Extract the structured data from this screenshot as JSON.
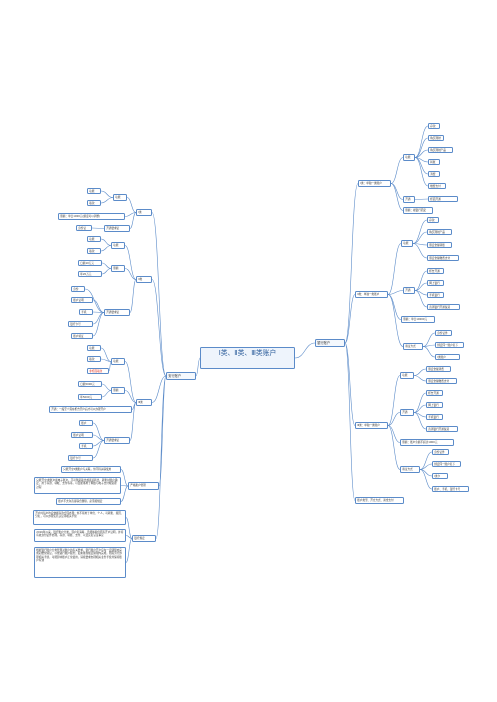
{
  "root": "Ⅰ类、Ⅱ类、Ⅲ类账户",
  "nodes": {
    "L1": "安行账户",
    "L_one": "Ⅰ类",
    "L_one_c1": "功能",
    "L_one_c1a": "功能",
    "L_one_c1b": "取款",
    "L_one_c2": "限额：单日1000元(额度可以调整)",
    "L_one_c3a": "身份证",
    "L_one_c3b": "开通要求证",
    "L_two": "Ⅱ类",
    "L_two_c1": "功能",
    "L_two_c1a": "功能",
    "L_two_c1b": "取款",
    "L_two_c2": "限额",
    "L_two_c2a": "日额10万元",
    "L_two_c2b": "年20万元",
    "L_two_c3": "开通要求证",
    "L_two_c3a": "身份",
    "L_two_c3b": "账户证明",
    "L_two_c3c": "手机",
    "L_two_c3d": "银行卡号",
    "L_two_c3e": "账户验证",
    "L_three": "Ⅲ类",
    "L_three_c1": "功能",
    "L_three_c1a": "功能",
    "L_three_c1b": "取款",
    "L_three_c1c": "非柜面取款",
    "L_three_c2": "限额",
    "L_three_c2a": "日额5000元",
    "L_three_c2b": "年5000元",
    "L_three_c3": "开通：一般至少需在柜台开户后才可以办理开户",
    "L_three_c4": "开通要求证",
    "L_three_c4a": "账户",
    "L_three_c4b": "账户证明",
    "L_three_c4c": "手机",
    "L_three_c4d": "银行卡号",
    "L_prot": "严格账户管理",
    "L_prot_t1": "只能开立Ⅱ类账户与关联，但不得关联使用",
    "L_prot_t2": "只能开立Ⅰ类账户和电子账户，不可随意取出或直接转出、转账时账户确定，用于存款、转帐、支付等等。以及能够用于网络与电子支付端受理过程",
    "L_prot_t3": "账户不允许直接联合删除，必须按规定",
    "L_rule": "银行规定",
    "L_rule_t1": "开户时每户均应依据存款合同办理；但不得用于单位、个人，可转账、赎回、分红，可以办理实名认证等相关手续",
    "L_rule_t2": "2016年以来，银行账户分类，须户名清晰，且能够提供原有开户证明，并持有效身份证件办理，存款、转账、支付、以及实名认证事宜",
    "L_rule_t3": "根据银行账户分类管理对账户的有关要求，银行账户开户应在一定期限内完成初始化验证，以便进行账户服务；如未能在规定期限内完成，则需另行办理相关手续，可能影响账户正常使用，请按要求办理相关业务手续并保持账户有效",
    "R1": "银行账户",
    "R_one": "Ⅰ类：单独一类账户",
    "R_one_c1": "功能",
    "R_one_c1a": "存款",
    "R_one_c1b": "购买理财",
    "R_one_c1c": "购买理财产品",
    "R_one_c1d": "转账",
    "R_one_c1e": "消费",
    "R_one_c1f": "缴费支付",
    "R_one_c2": "开通",
    "R_one_c2a": "柜面开通",
    "R_one_c3": "限额：视银行而定",
    "R_two": "Ⅱ类：单独一类账户",
    "R_two_c1": "功能",
    "R_two_c1a": "存款",
    "R_two_c1b": "购买理财产品",
    "R_two_c1c": "限定金额转账",
    "R_two_c1d": "限定金额缴费支付",
    "R_two_c2": "开通",
    "R_two_c2a": "柜台开通",
    "R_two_c2b": "网上银行",
    "R_two_c2c": "手机银行",
    "R_two_c2d": "直销银行开通渠道",
    "R_two_c3": "限额：单日10000元",
    "R_two_c4": "验证方式",
    "R_two_c4a": "身份证件",
    "R_two_c4b": "绑定同一账户名下",
    "R_two_c4c": "Ⅰ类账户",
    "R_three": "Ⅲ类：单独一类账户",
    "R_three_c1": "功能",
    "R_three_c1a": "限定金额消费",
    "R_three_c1b": "限定金额缴费支付",
    "R_three_c2": "开通",
    "R_three_c2a": "柜台开通",
    "R_three_c2b": "网上银行",
    "R_three_c2c": "手机银行",
    "R_three_c2d": "直销银行开通渠道",
    "R_three_c3": "限额：账户余额不超过1000元",
    "R_three_c4": "验证方式",
    "R_three_c4a": "身份证件",
    "R_three_c4b": "绑定同一账户名下",
    "R_three_c4c": "Ⅰ类卡",
    "R_three_c4d": "账户、手机、银行卡号",
    "R_four": "账户类型、开立方式、资金支付"
  }
}
